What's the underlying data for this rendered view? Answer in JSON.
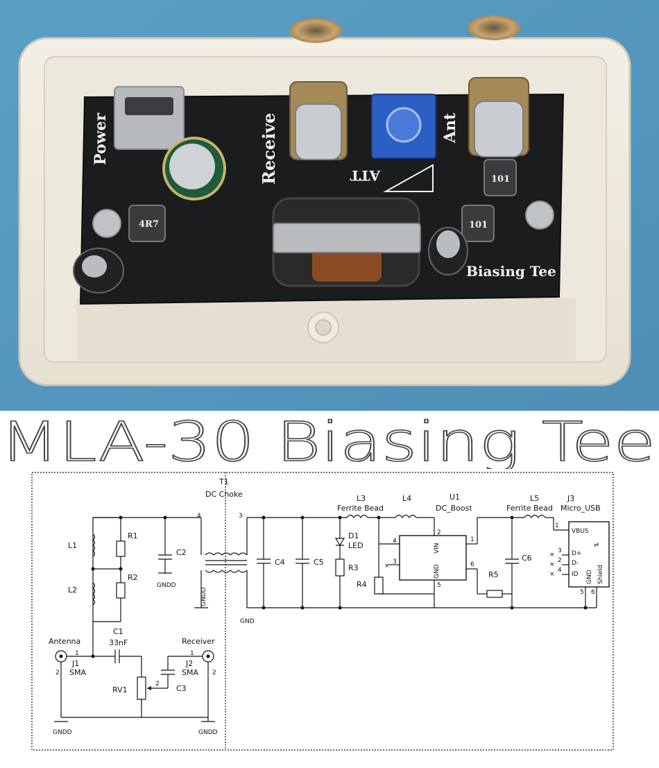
{
  "title": "MLA-30 Biasing Tee",
  "photo": {
    "silkscreen": {
      "power": "Power",
      "receive": "Receive",
      "ant": "Ant",
      "att": "ATT",
      "biasing_tee": "Biasing Tee",
      "inductor_a": "4R7",
      "inductor_b": "101",
      "inductor_c": "101"
    }
  },
  "schematic": {
    "refs": {
      "L1": "L1",
      "L2": "L2",
      "R1": "R1",
      "R2": "R2",
      "C1": "C1",
      "C1_val": "33nF",
      "C2": "C2",
      "C3": "C3",
      "C4": "C4",
      "C5": "C5",
      "C6": "C6",
      "T1": "T1",
      "T1_val": "DC Choke",
      "L3": "L3",
      "L3_val": "Ferrite Bead",
      "L4": "L4",
      "L5": "L5",
      "L5_val": "Ferrite Bead",
      "D1": "D1",
      "D1_val": "LED",
      "R3": "R3",
      "R4": "R4",
      "R5": "R5",
      "U1": "U1",
      "U1_val": "DC_Boost",
      "J1": "J1",
      "J1_val": "SMA",
      "J1_name": "Antenna",
      "J2": "J2",
      "J2_val": "SMA",
      "J2_name": "Receiver",
      "J3": "J3",
      "J3_val": "Micro_USB",
      "RV1": "RV1"
    },
    "power": {
      "gndd": "GNDD",
      "gnd": "GND"
    },
    "pins": {
      "vin": "VIN",
      "gnd": "GND",
      "vbus": "VBUS",
      "dplus": "D+",
      "dminus": "D-",
      "id": "ID",
      "shield": "Shield",
      "p1": "1",
      "p2": "2",
      "p3": "3",
      "p4": "4",
      "p5": "5",
      "p6": "6"
    }
  }
}
